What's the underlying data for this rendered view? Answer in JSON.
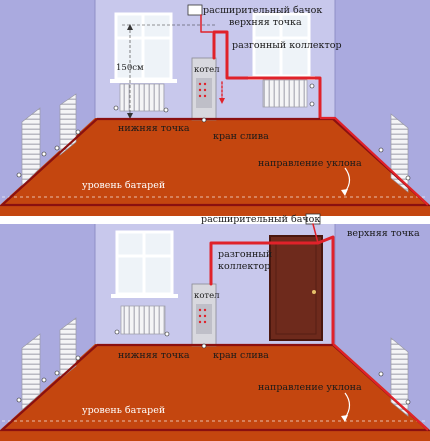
{
  "top": {
    "labels": {
      "expansion_tank": "расширительный бачок",
      "top_point": "верхняя точка",
      "riser": "разгонный коллектор",
      "height": "150см",
      "boiler": "котел",
      "bottom_point": "нижняя точка",
      "drain_valve": "кран слива",
      "slope_direction": "направление уклона",
      "radiator_level": "уровень батарей"
    }
  },
  "bottom": {
    "labels": {
      "expansion_tank": "расширительный бачок",
      "top_point": "верхняя точка",
      "riser_line1": "разгонный",
      "riser_line2": "коллектор",
      "boiler": "котел",
      "bottom_point": "нижняя точка",
      "drain_valve": "кран слива",
      "slope_direction": "направление уклона",
      "radiator_level": "уровень батарей"
    }
  },
  "colors": {
    "wall": "#c7c7ea",
    "side_wall": "#a9a9dd",
    "floor": "#c4460f",
    "pipe": "#e0222a",
    "door": "#6e2a1c"
  }
}
